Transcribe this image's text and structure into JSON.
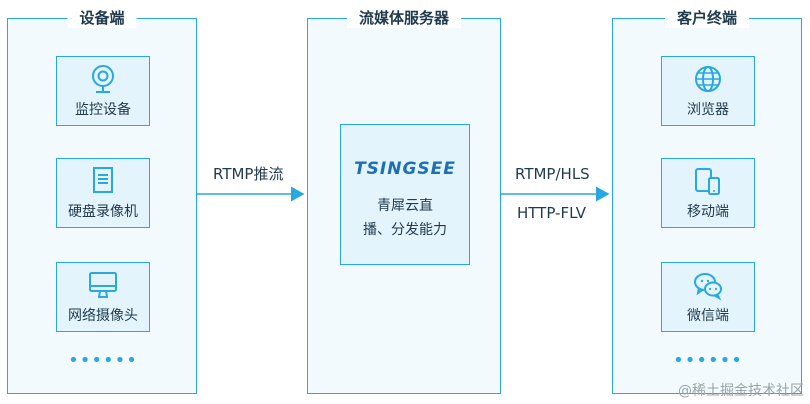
{
  "colors": {
    "accent": "#27a8e0",
    "card_fill": "#e3f4fc",
    "column_fill": "#f2fafe",
    "text": "#1f3b4d"
  },
  "device_column": {
    "title": "设备端",
    "items": [
      {
        "label": "监控设备",
        "icon": "webcam-icon"
      },
      {
        "label": "硬盘录像机",
        "icon": "dvr-icon"
      },
      {
        "label": "网络摄像头",
        "icon": "monitor-icon"
      }
    ],
    "ellipsis": "••••••"
  },
  "server_column": {
    "title": "流媒体服务器",
    "brand": "TSINGSEE",
    "line1": "青犀云直",
    "line2": "播、分发能力"
  },
  "client_column": {
    "title": "客户终端",
    "items": [
      {
        "label": "浏览器",
        "icon": "globe-icon"
      },
      {
        "label": "移动端",
        "icon": "mobile-icon"
      },
      {
        "label": "微信端",
        "icon": "wechat-icon"
      }
    ],
    "ellipsis": "••••••"
  },
  "arrows": {
    "left_label": "RTMP推流",
    "right_label_1": "RTMP/HLS",
    "right_label_2": "HTTP-FLV"
  },
  "watermark": "@稀土掘金技术社区"
}
